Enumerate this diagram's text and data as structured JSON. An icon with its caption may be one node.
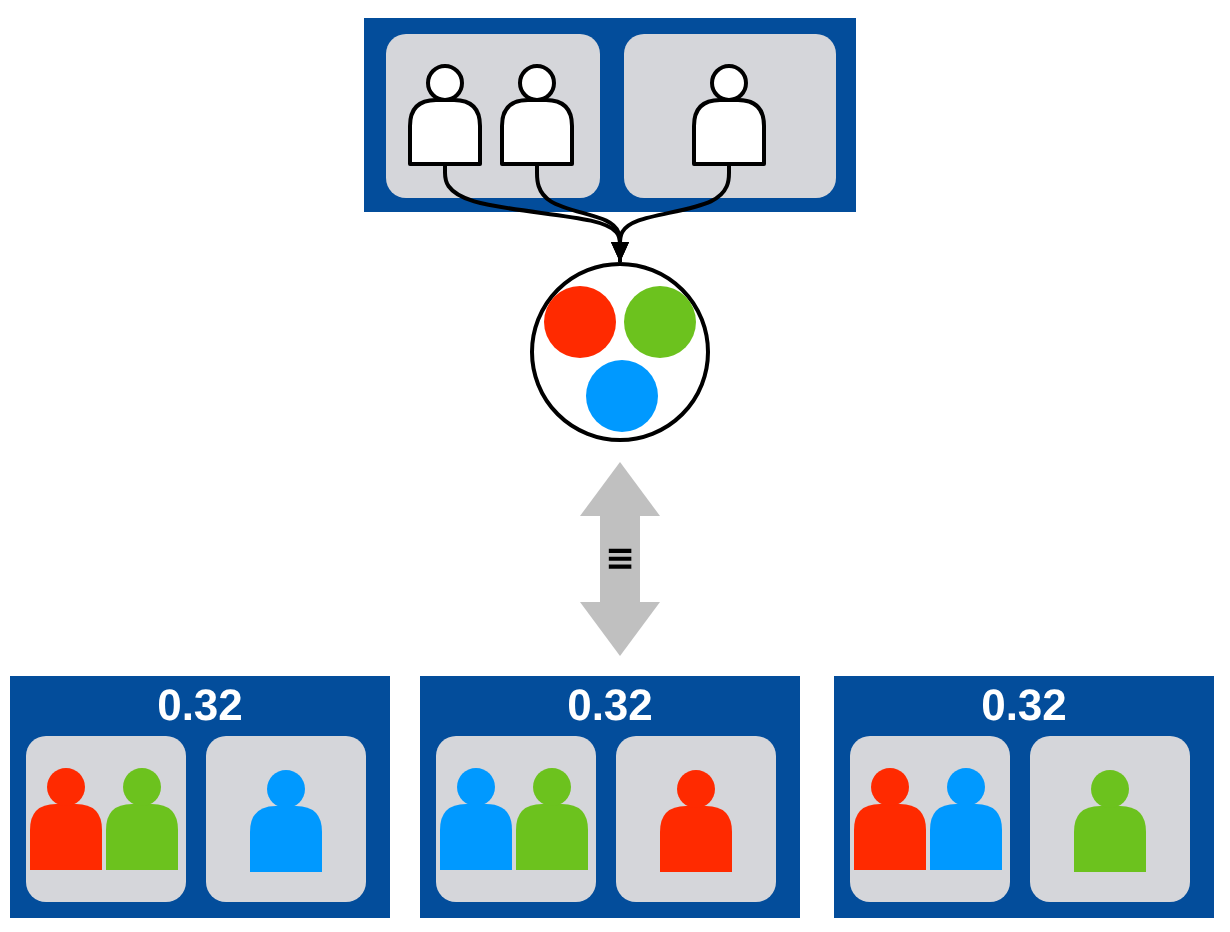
{
  "diagram": {
    "nodes": [
      {
        "text": [],
        "shape": "box"
      },
      {
        "text": [],
        "shape": "box",
        "in": 0
      },
      {
        "text": [],
        "shape": "person",
        "in": 1
      },
      {
        "text": [],
        "shape": "person",
        "in": 1
      },
      {
        "text": [],
        "shape": "box",
        "in": 0
      },
      {
        "text": [],
        "shape": "person",
        "in": 4
      },
      {
        "text": [],
        "shape": "circle"
      },
      {
        "text": [],
        "shape": "circle",
        "in": 6
      },
      {
        "text": [],
        "shape": "circle",
        "in": 6
      },
      {
        "text": [],
        "shape": "circle",
        "in": 6
      },
      {
        "text": [
          "0.32"
        ]
      },
      {
        "text": [],
        "shape": "box",
        "in": 10
      },
      {
        "text": [],
        "shape": "person",
        "in": 11
      },
      {
        "text": [],
        "shape": "person",
        "in": 11
      },
      {
        "text": [],
        "shape": "box",
        "in": 10
      },
      {
        "text": [],
        "shape": "person",
        "in": 14
      },
      {
        "text": [
          "0.32"
        ]
      },
      {
        "text": [],
        "shape": "box",
        "in": 16
      },
      {
        "text": [],
        "shape": "person",
        "in": 17
      },
      {
        "text": [],
        "shape": "person",
        "in": 17
      },
      {
        "text": [],
        "shape": "box",
        "in": 16
      },
      {
        "text": [],
        "shape": "person",
        "in": 20
      },
      {
        "text": [
          "0.32"
        ]
      },
      {
        "text": [],
        "shape": "box",
        "in": 22
      },
      {
        "text": [],
        "shape": "person",
        "in": 23
      },
      {
        "text": [],
        "shape": "person",
        "in": 23
      },
      {
        "text": [],
        "shape": "box",
        "in": 22
      },
      {
        "text": [],
        "shape": "person",
        "in": 26
      }
    ],
    "edges": [
      {
        "from": 2,
        "to": 6,
        "arrow": "to"
      },
      {
        "from": 3,
        "to": 6,
        "arrow": "to"
      },
      {
        "from": 5,
        "to": 6,
        "arrow": "to"
      },
      {
        "from": 6,
        "to": 16,
        "arrow": "both",
        "label": "≡",
        "style": "thick",
        "color": "#c0c0c0"
      }
    ]
  }
}
